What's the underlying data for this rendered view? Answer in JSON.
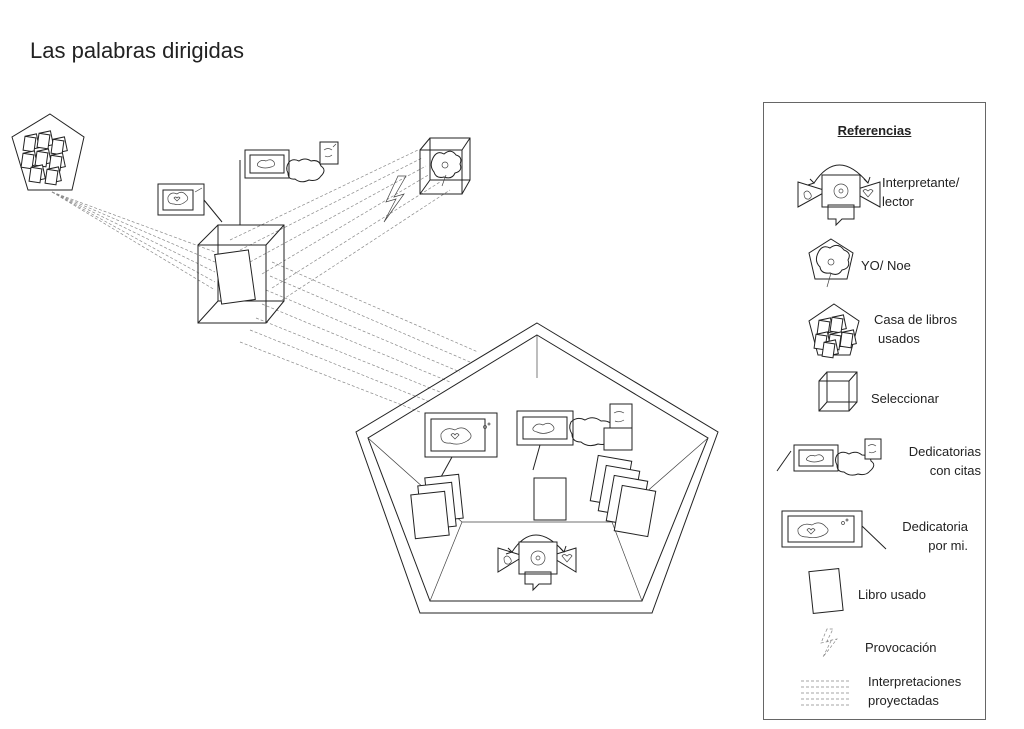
{
  "title": "Las palabras dirigidas",
  "legend": {
    "title": "Referencias",
    "items": [
      {
        "id": "interpretante",
        "label_lines": [
          "Interpretante/",
          "lector"
        ],
        "icon": "interpretante-lector-icon"
      },
      {
        "id": "yo",
        "label_lines": [
          "YO/ Noe"
        ],
        "icon": "yo-noe-icon"
      },
      {
        "id": "casa",
        "label_lines": [
          "Casa de libros",
          "usados"
        ],
        "icon": "casa-de-libros-icon"
      },
      {
        "id": "seleccionar",
        "label_lines": [
          "Seleccionar"
        ],
        "icon": "seleccionar-cube-icon"
      },
      {
        "id": "dedicatorias",
        "label_lines": [
          "Dedicatorias",
          "con citas"
        ],
        "icon": "dedicatorias-con-citas-icon"
      },
      {
        "id": "dedicatoria",
        "label_lines": [
          "Dedicatoria",
          "por mi."
        ],
        "icon": "dedicatoria-por-mi-icon"
      },
      {
        "id": "libro",
        "label_lines": [
          "Libro usado"
        ],
        "icon": "libro-usado-icon"
      },
      {
        "id": "provocacion",
        "label_lines": [
          "Provocación"
        ],
        "icon": "provocacion-icon"
      },
      {
        "id": "interpretaciones",
        "label_lines": [
          "Interpretaciones",
          "proyectadas"
        ],
        "icon": "interpretaciones-proyectadas-icon"
      }
    ]
  }
}
